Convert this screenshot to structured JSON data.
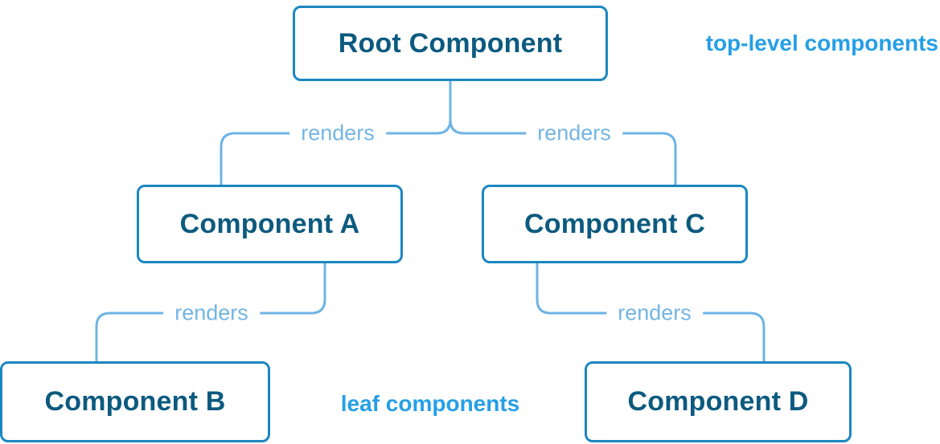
{
  "colors": {
    "background": "#ffffff",
    "box_border": "#1b87c0",
    "box_text": "#0c5a7f",
    "line": "#6db4e4",
    "renders_text": "#74b5e2",
    "annotation_text": "#259fe6"
  },
  "diagram": {
    "type": "tree",
    "nodes": [
      {
        "id": "root",
        "label": "Root Component"
      },
      {
        "id": "a",
        "label": "Component A"
      },
      {
        "id": "c",
        "label": "Component C"
      },
      {
        "id": "b",
        "label": "Component B"
      },
      {
        "id": "d",
        "label": "Component D"
      }
    ],
    "edges": [
      {
        "from": "root",
        "to": "a",
        "label": "renders"
      },
      {
        "from": "root",
        "to": "c",
        "label": "renders"
      },
      {
        "from": "a",
        "to": "b",
        "label": "renders"
      },
      {
        "from": "c",
        "to": "d",
        "label": "renders"
      }
    ],
    "annotations": [
      {
        "position": "top-right",
        "text": "top-level components"
      },
      {
        "position": "bottom-center",
        "text": "leaf components"
      }
    ]
  }
}
